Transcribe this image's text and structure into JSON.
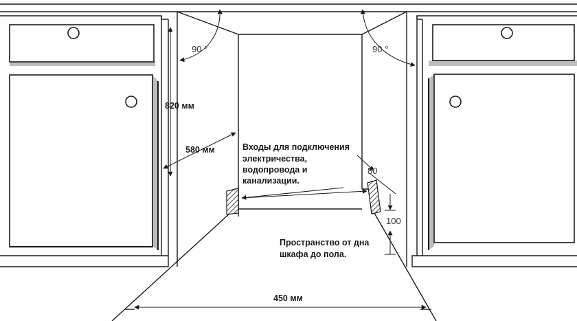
{
  "labels": {
    "height": "820 мм",
    "depth": "580 мм",
    "width": "450 мм",
    "angle_left": "90 °",
    "angle_right": "90 °",
    "dim_80": "80",
    "dim_100": "100",
    "inlets": [
      "Входы для подключения",
      "электричества,",
      "водопровода и",
      "канализации."
    ],
    "floor_space": [
      "Пространство от дна",
      "шкафа до пола."
    ]
  }
}
